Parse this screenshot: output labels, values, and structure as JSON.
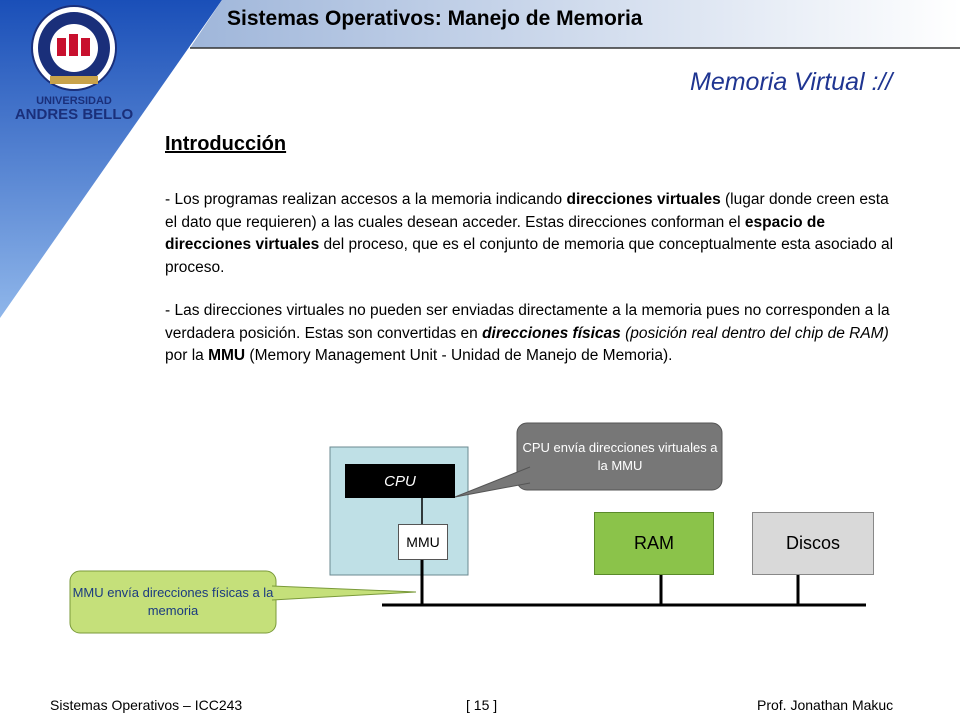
{
  "header": {
    "title": "Sistemas Operativos: Manejo de Memoria"
  },
  "logo": {
    "line1": "UNIVERSIDAD",
    "line2": "ANDRES BELLO"
  },
  "slide": {
    "title": "Memoria Virtual ://",
    "section_heading": "Introducción"
  },
  "paragraph1": {
    "t1": "- Los programas realizan accesos a la memoria indicando ",
    "b1": "direcciones virtuales",
    "t2": " (lugar donde creen esta el dato que requieren) a las cuales desean acceder. Estas direcciones conforman el ",
    "b2": "espacio de direcciones virtuales",
    "t3": " del proceso, que es el conjunto de memoria que conceptualmente esta asociado al proceso."
  },
  "paragraph2": {
    "t1": "- Las direcciones virtuales no pueden ser enviadas directamente a la memoria pues no corresponden a la verdadera posición. Estas son convertidas en ",
    "bi1": "direcciones físicas",
    "i1": "(posición real dentro del chip de RAM)",
    "t2": " por la ",
    "b1": "MMU",
    "t3": " (Memory Management Unit - Unidad de Manejo de Memoria)."
  },
  "diagram": {
    "cpu_label": "CPU",
    "mmu_label": "MMU",
    "ram_label": "RAM",
    "disk_label": "Discos",
    "callout_cpu": "CPU envía direcciones virtuales a la MMU",
    "callout_mmu": "MMU envía direcciones físicas a la memoria"
  },
  "footer": {
    "course": "Sistemas Operativos – ICC243",
    "page": "[ 15 ]",
    "author": "Prof. Jonathan Makuc"
  },
  "colors": {
    "accent_blue": "#1f3591",
    "ram_green": "#8bc34a",
    "processor_box": "#bfe0e6",
    "callout_gray": "#777777",
    "callout_green": "#c5e07a"
  }
}
